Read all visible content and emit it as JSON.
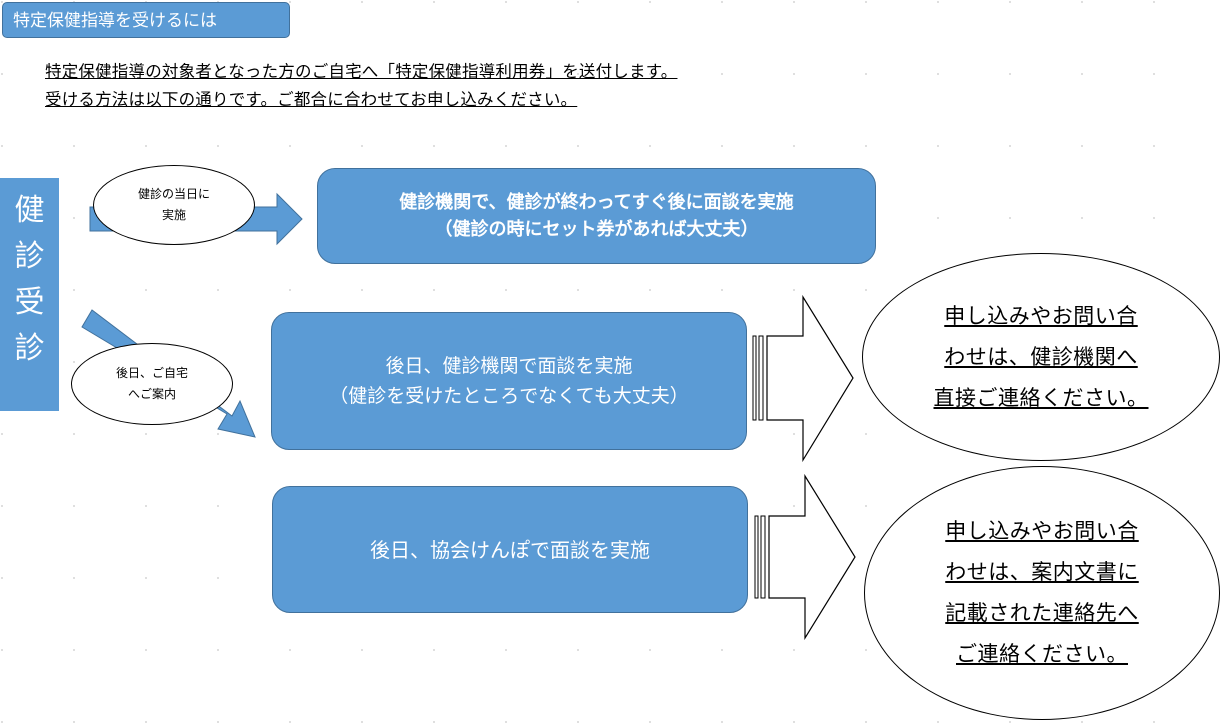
{
  "header": {
    "title": "特定保健指導を受けるには"
  },
  "intro": {
    "line1": "特定保健指導の対象者となった方のご自宅へ「特定保健指導利用券」を送付します。",
    "line2": "受ける方法は以下の通りです。ご都合に合わせてお申し込みください。"
  },
  "side_label": {
    "chars": [
      "健",
      "診",
      "受",
      "診"
    ]
  },
  "route_labels": {
    "same_day": {
      "line1": "健診の当日に",
      "line2": "実施"
    },
    "later": {
      "line1": "後日、ご自宅",
      "line2": "へご案内"
    }
  },
  "boxes": {
    "same_day": {
      "line1": "健診機関で、健診が終わってすぐ後に面談を実施",
      "line2": "（健診の時にセット券があれば大丈夫）"
    },
    "later_clinic": {
      "line1": "後日、健診機関で面談を実施",
      "line2": "（健診を受けたところでなくても大丈夫）"
    },
    "later_kyokai": {
      "line1": "後日、協会けんぽで面談を実施"
    }
  },
  "contacts": {
    "clinic": {
      "lines": [
        "申し込みやお問い合",
        "わせは、健診機関へ",
        "直接ご連絡ください。"
      ]
    },
    "kyokai": {
      "lines": [
        "申し込みやお問い合",
        "わせは、案内文書に",
        "記載された連絡先へ",
        "ご連絡ください。"
      ]
    }
  },
  "colors": {
    "box_fill": "#5b9bd5",
    "box_border": "#41719c",
    "text_on_box": "#ffffff"
  }
}
